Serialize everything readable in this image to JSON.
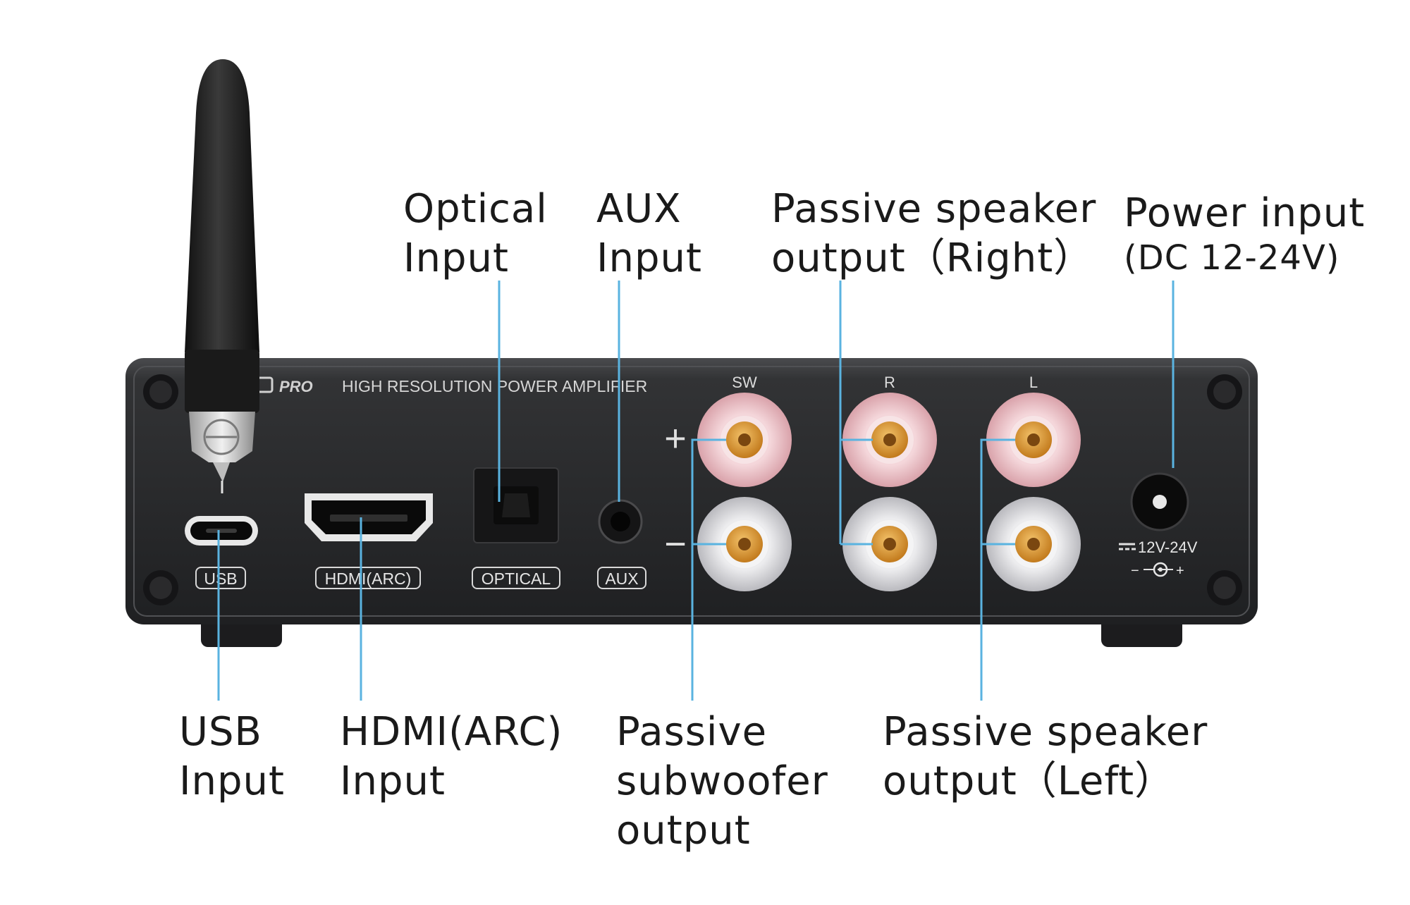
{
  "device": {
    "brand_suffix": "PRO",
    "model_text": "HIGH RESOLUTION POWER AMPLIFIER",
    "port_labels": {
      "usb": "USB",
      "hdmi": "HDMI(ARC)",
      "optical": "OPTICAL",
      "aux": "AUX"
    },
    "channel_labels": {
      "sw": "SW",
      "r": "R",
      "l": "L"
    },
    "polarity": {
      "plus": "+",
      "minus": "−"
    },
    "power_rating": "12V-24V",
    "power_polarity": "−◦◦+"
  },
  "callouts": {
    "optical": {
      "line1": "Optical",
      "line2": "Input"
    },
    "aux": {
      "line1": "AUX",
      "line2": "Input"
    },
    "speaker_right": {
      "line1": "Passive speaker",
      "line2": "output（Right）"
    },
    "power": {
      "line1": "Power input",
      "line2": "(DC 12-24V)"
    },
    "usb": {
      "line1": "USB",
      "line2": "Input"
    },
    "hdmi": {
      "line1": "HDMI(ARC)",
      "line2": "Input"
    },
    "subwoofer": {
      "line1": "Passive",
      "line2": "subwoofer",
      "line3": "output"
    },
    "speaker_left": {
      "line1": "Passive speaker",
      "line2": "output（Left）"
    }
  },
  "colors": {
    "leader_line": "#5ab3e0",
    "chassis": "#2e2f31",
    "terminal_red": "#e9b9bf",
    "terminal_black": "#cfcfd2",
    "terminal_core": "#d4902a"
  }
}
